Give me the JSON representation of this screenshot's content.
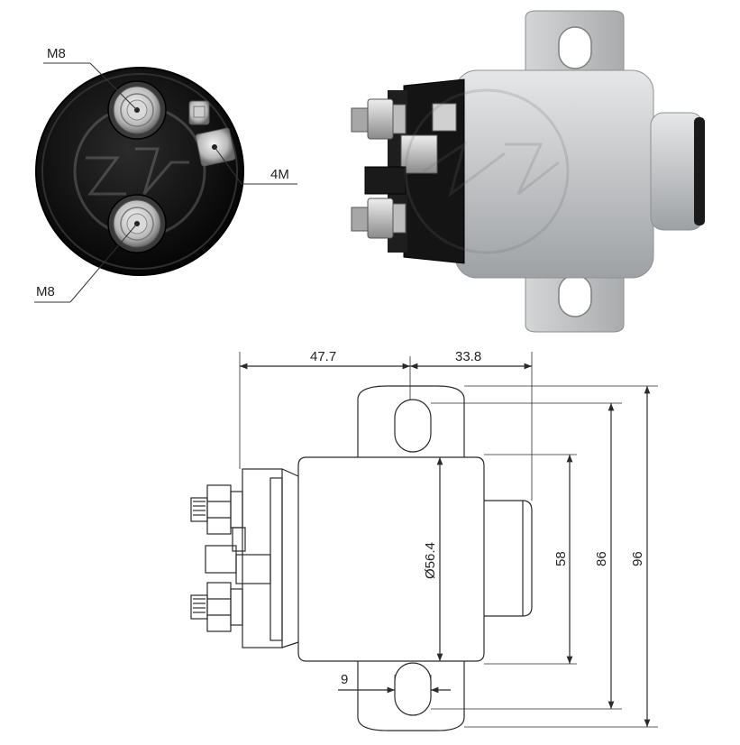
{
  "end_view": {
    "labels": {
      "top_terminal": "M8",
      "bottom_terminal": "M8",
      "control_terminal": "4M"
    }
  },
  "drawing": {
    "dimensions": {
      "body_depth": "47.7",
      "cap_length": "33.8",
      "diameter": "Ø56.4",
      "height_58": "58",
      "height_86": "86",
      "height_96": "96",
      "slot_width": "9"
    }
  },
  "colors": {
    "line": "#2a2a2a",
    "cap_black": "#111111",
    "housing_silver": "#c9cbcd"
  }
}
